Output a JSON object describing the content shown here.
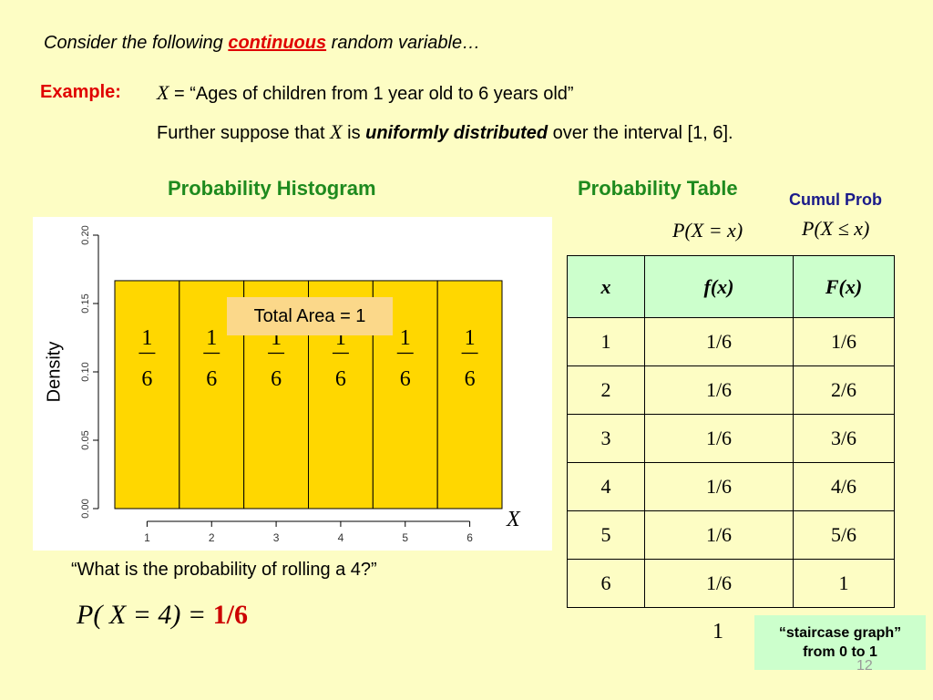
{
  "intro": {
    "prefix": "Consider the following ",
    "keyword": "continuous",
    "suffix": " random variable…"
  },
  "example": {
    "label": "Example:",
    "var": "X",
    "line1_text": " = “Ages of children from 1 year old to 6 years old”",
    "line2_prefix": "Further suppose that ",
    "line2_var": "X",
    "line2_mid": " is ",
    "line2_bold": "uniformly distributed",
    "line2_suffix": " over the interval [1, 6]."
  },
  "histogram": {
    "title": "Probability Histogram",
    "ylabel": "Density",
    "xvar": "X",
    "total_area_label": "Total Area = 1",
    "bar_label_num": "1",
    "bar_label_den": "6"
  },
  "chart_data": {
    "type": "bar",
    "title": "Probability Histogram",
    "xlabel": "X",
    "ylabel": "Density",
    "x_ticks": [
      "1",
      "2",
      "3",
      "4",
      "5",
      "6"
    ],
    "y_ticks": [
      "0.00",
      "0.05",
      "0.10",
      "0.15",
      "0.20"
    ],
    "ylim": [
      0,
      0.2
    ],
    "bars": [
      {
        "x_start": 0.5,
        "x_end": 1.5,
        "value": 0.1667,
        "label": "1/6"
      },
      {
        "x_start": 1.5,
        "x_end": 2.5,
        "value": 0.1667,
        "label": "1/6"
      },
      {
        "x_start": 2.5,
        "x_end": 3.5,
        "value": 0.1667,
        "label": "1/6"
      },
      {
        "x_start": 3.5,
        "x_end": 4.5,
        "value": 0.1667,
        "label": "1/6"
      },
      {
        "x_start": 4.5,
        "x_end": 5.5,
        "value": 0.1667,
        "label": "1/6"
      },
      {
        "x_start": 5.5,
        "x_end": 6.5,
        "value": 0.1667,
        "label": "1/6"
      }
    ],
    "bar_color": "#ffd700",
    "xlim": [
      0.5,
      6.5
    ]
  },
  "prob_table": {
    "title": "Probability Table",
    "pmf_label": "P(X = x)",
    "header_x": "x",
    "header_fx": "f(x)",
    "rows": [
      {
        "x": "1",
        "fx": "1/6"
      },
      {
        "x": "2",
        "fx": "1/6"
      },
      {
        "x": "3",
        "fx": "1/6"
      },
      {
        "x": "4",
        "fx": "1/6"
      },
      {
        "x": "5",
        "fx": "1/6"
      },
      {
        "x": "6",
        "fx": "1/6"
      }
    ],
    "sum": "1"
  },
  "cumul_table": {
    "title": "Cumul Prob",
    "cdf_label": "P(X ≤ x)",
    "header": "F(x)",
    "rows": [
      "1/6",
      "2/6",
      "3/6",
      "4/6",
      "5/6",
      "1"
    ]
  },
  "question": "“What is the probability of rolling a 4?”",
  "answer": {
    "lhs": "P( X = 4) = ",
    "value": "1/6"
  },
  "staircase": {
    "line1": "“staircase graph”",
    "line2": "from 0 to 1"
  },
  "page_number": "12"
}
